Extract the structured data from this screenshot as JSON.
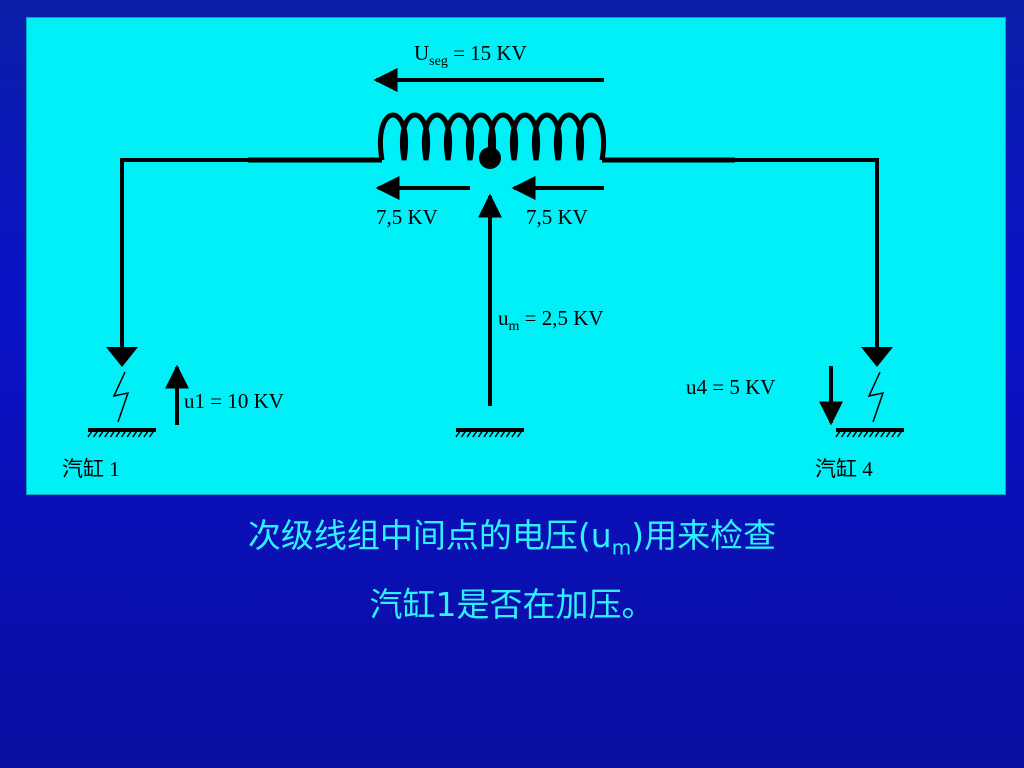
{
  "diagram": {
    "useg_prefix": "U",
    "useg_sub": "seg",
    "useg_value": " = 15 KV",
    "half_left": "7,5 KV",
    "half_right": "7,5 KV",
    "um_prefix": "u",
    "um_sub": "m",
    "um_value": " = 2,5 KV",
    "u1": "u1 = 10 KV",
    "u4": "u4 = 5 KV",
    "cylinder1": "汽缸 1",
    "cylinder4": "汽缸 4"
  },
  "caption": {
    "line1_before": "次级线组中间点的电压(u",
    "line1_sub": "m",
    "line1_after": ")用来检查",
    "line2": "汽缸1是否在加压。"
  },
  "colors": {
    "background": "#0a12c8",
    "panel": "#00f0f8",
    "caption_text": "#2ff0ff",
    "lines": "#000000"
  }
}
